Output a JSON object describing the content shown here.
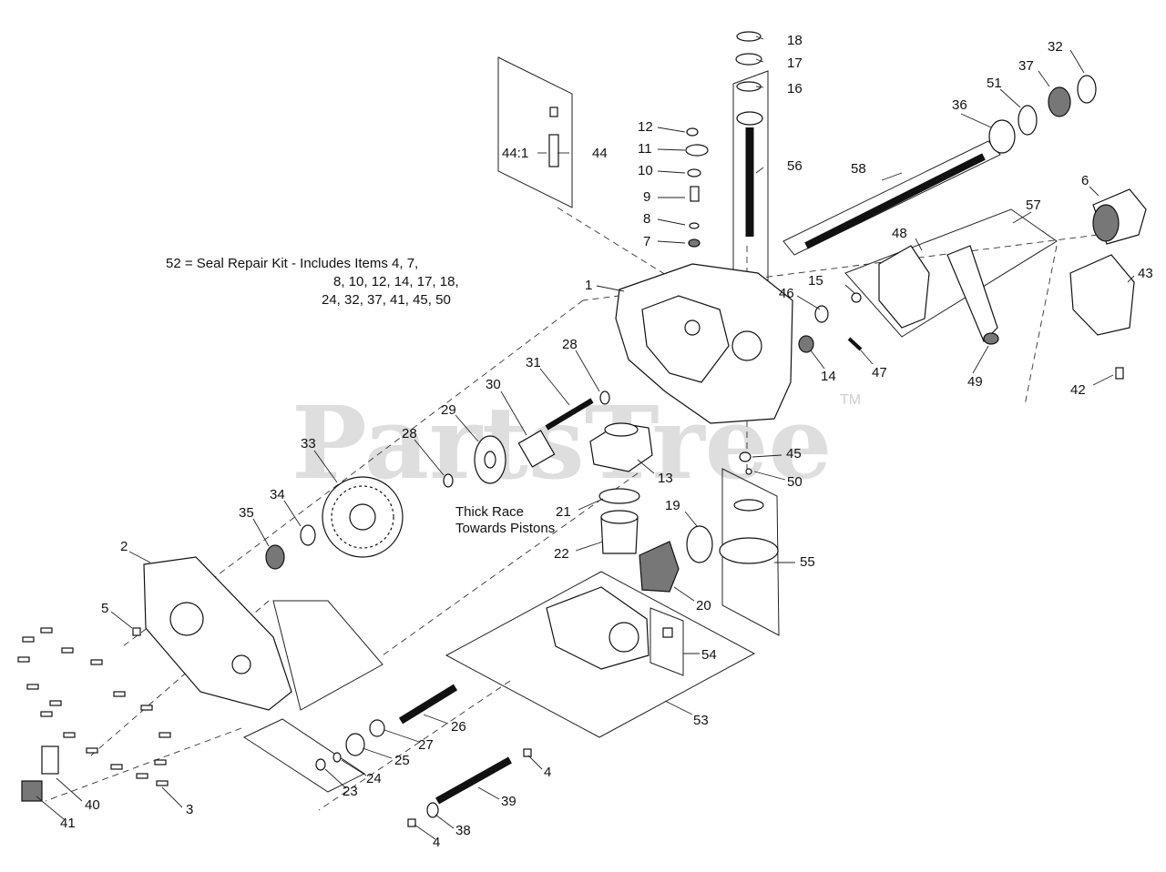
{
  "watermark": {
    "text": "PartsTree",
    "trademark": "TM"
  },
  "note": {
    "lines": [
      "52 = Seal Repair Kit - Includes Items 4, 7,",
      "8, 10, 12, 14, 17, 18,",
      "24, 32, 37, 41, 45, 50"
    ]
  },
  "annotation": {
    "lines": [
      "Thick Race",
      "Towards Pistons"
    ]
  },
  "callouts": {
    "c1": "1",
    "c2": "2",
    "c3": "3",
    "c4a": "4",
    "c4b": "4",
    "c5": "5",
    "c6": "6",
    "c7": "7",
    "c8": "8",
    "c9": "9",
    "c10": "10",
    "c11": "11",
    "c12": "12",
    "c13": "13",
    "c14": "14",
    "c15": "15",
    "c16": "16",
    "c17": "17",
    "c18": "18",
    "c19": "19",
    "c20": "20",
    "c21": "21",
    "c22": "22",
    "c23": "23",
    "c24": "24",
    "c25": "25",
    "c26": "26",
    "c27": "27",
    "c28a": "28",
    "c28b": "28",
    "c29": "29",
    "c30": "30",
    "c31": "31",
    "c32": "32",
    "c33": "33",
    "c34": "34",
    "c35": "35",
    "c36": "36",
    "c37": "37",
    "c38": "38",
    "c39": "39",
    "c40": "40",
    "c41": "41",
    "c42": "42",
    "c43": "43",
    "c44": "44",
    "c441": "44:1",
    "c45": "45",
    "c46": "46",
    "c47": "47",
    "c48": "48",
    "c49": "49",
    "c50": "50",
    "c51": "51",
    "c53": "53",
    "c54": "54",
    "c55": "55",
    "c56": "56",
    "c57": "57",
    "c58": "58"
  }
}
